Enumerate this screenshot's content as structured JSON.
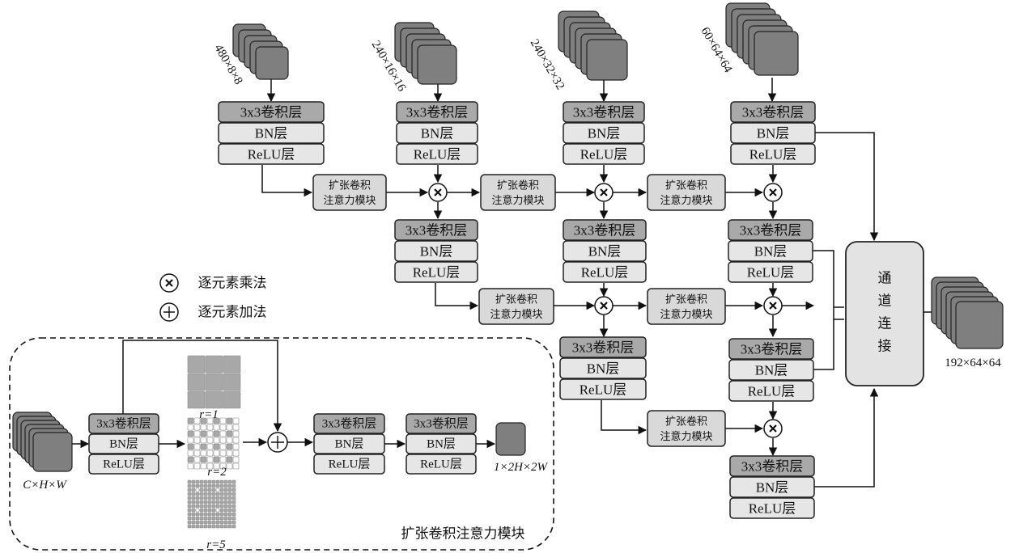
{
  "labels": {
    "conv": "3x3卷积层",
    "bn": "BN层",
    "relu": "ReLU层",
    "att_line1": "扩张卷积",
    "att_line2": "注意力模块",
    "concat": [
      "通",
      "道",
      "连",
      "接"
    ]
  },
  "inputs": [
    {
      "dims": "480×8×8"
    },
    {
      "dims": "240×16×16"
    },
    {
      "dims": "240×32×32"
    },
    {
      "dims": "60×64×64"
    }
  ],
  "output_dims": "192×64×64",
  "legend": {
    "multiply": "逐元素乘法",
    "add": "逐元素加法"
  },
  "module": {
    "title": "扩张卷积注意力模块",
    "input_dims": "C×H×W",
    "output_dims": "1×2H×2W",
    "rates": [
      "r=1",
      "r=2",
      "r=5"
    ]
  }
}
